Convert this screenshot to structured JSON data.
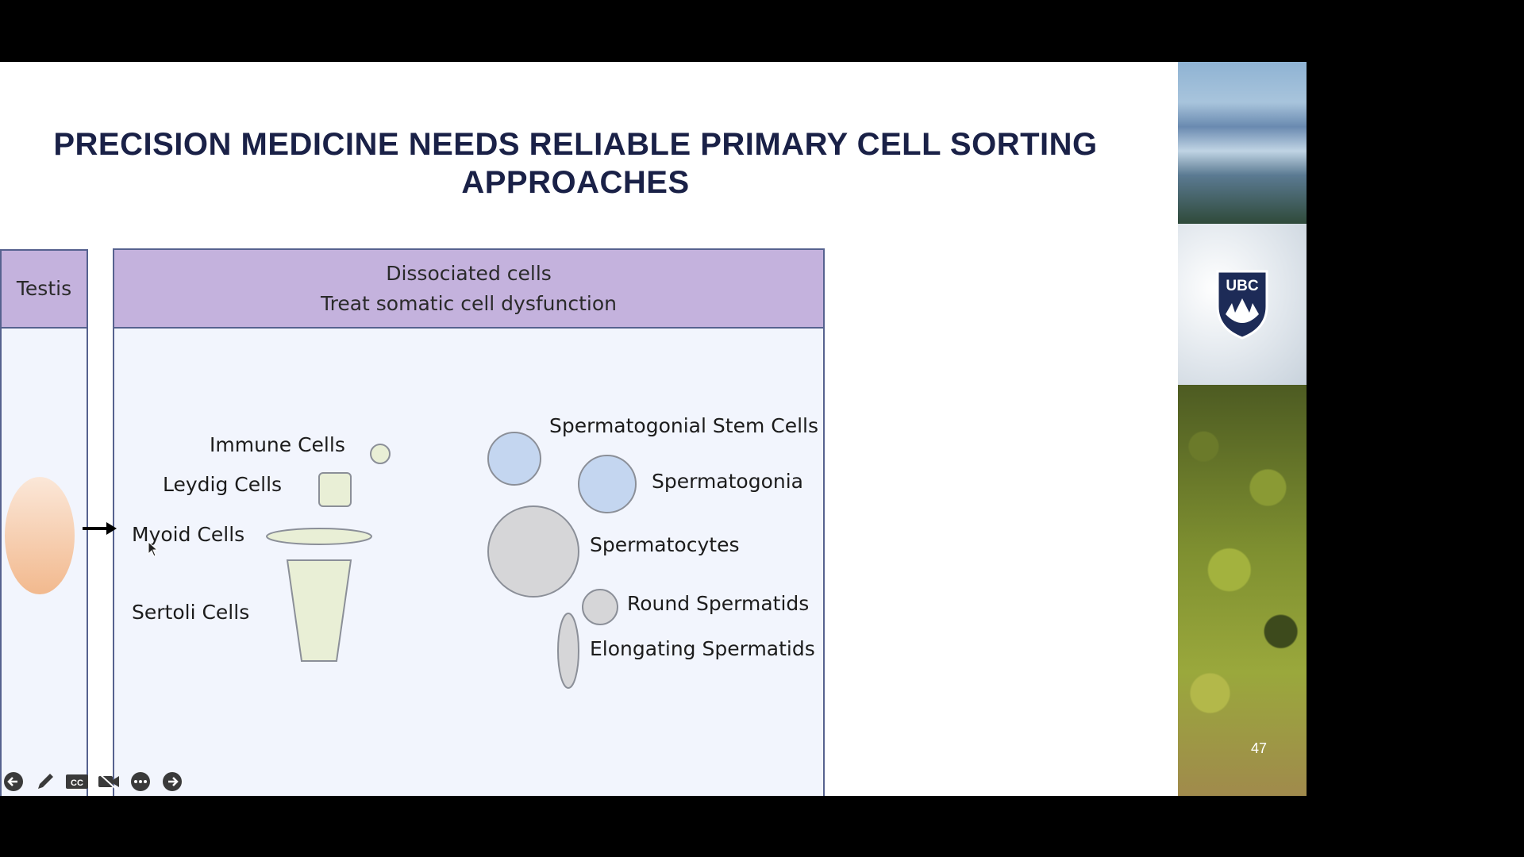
{
  "slide": {
    "title": "PRECISION MEDICINE NEEDS RELIABLE PRIMARY CELL SORTING APPROACHES",
    "page_number": "47",
    "testis_label": "Testis",
    "dissociated_title": "Dissociated cells",
    "dissociated_subtitle": "Treat somatic cell dysfunction",
    "somatic_cells": {
      "immune": "Immune Cells",
      "leydig": "Leydig Cells",
      "myoid": "Myoid Cells",
      "sertoli": "Sertoli Cells"
    },
    "germ_cells": {
      "ssc": "Spermatogonial Stem Cells",
      "spermatogonia": "Spermatogonia",
      "spermatocytes": "Spermatocytes",
      "round": "Round Spermatids",
      "elongating": "Elongating Spermatids"
    },
    "logo_text": "UBC"
  },
  "toolbar": {
    "buttons": [
      "arrow-left-icon",
      "pen-icon",
      "closed-captions-icon",
      "video-off-icon",
      "more-icon",
      "arrow-right-icon"
    ]
  },
  "colors": {
    "title": "#1a2147",
    "panel_header": "#c4b2dd",
    "panel_body": "#f2f5fd",
    "panel_border": "#56628f",
    "somatic_fill": "#e9efd6",
    "germ_blue": "#c4d6f0",
    "germ_gray": "#d6d6d8"
  }
}
